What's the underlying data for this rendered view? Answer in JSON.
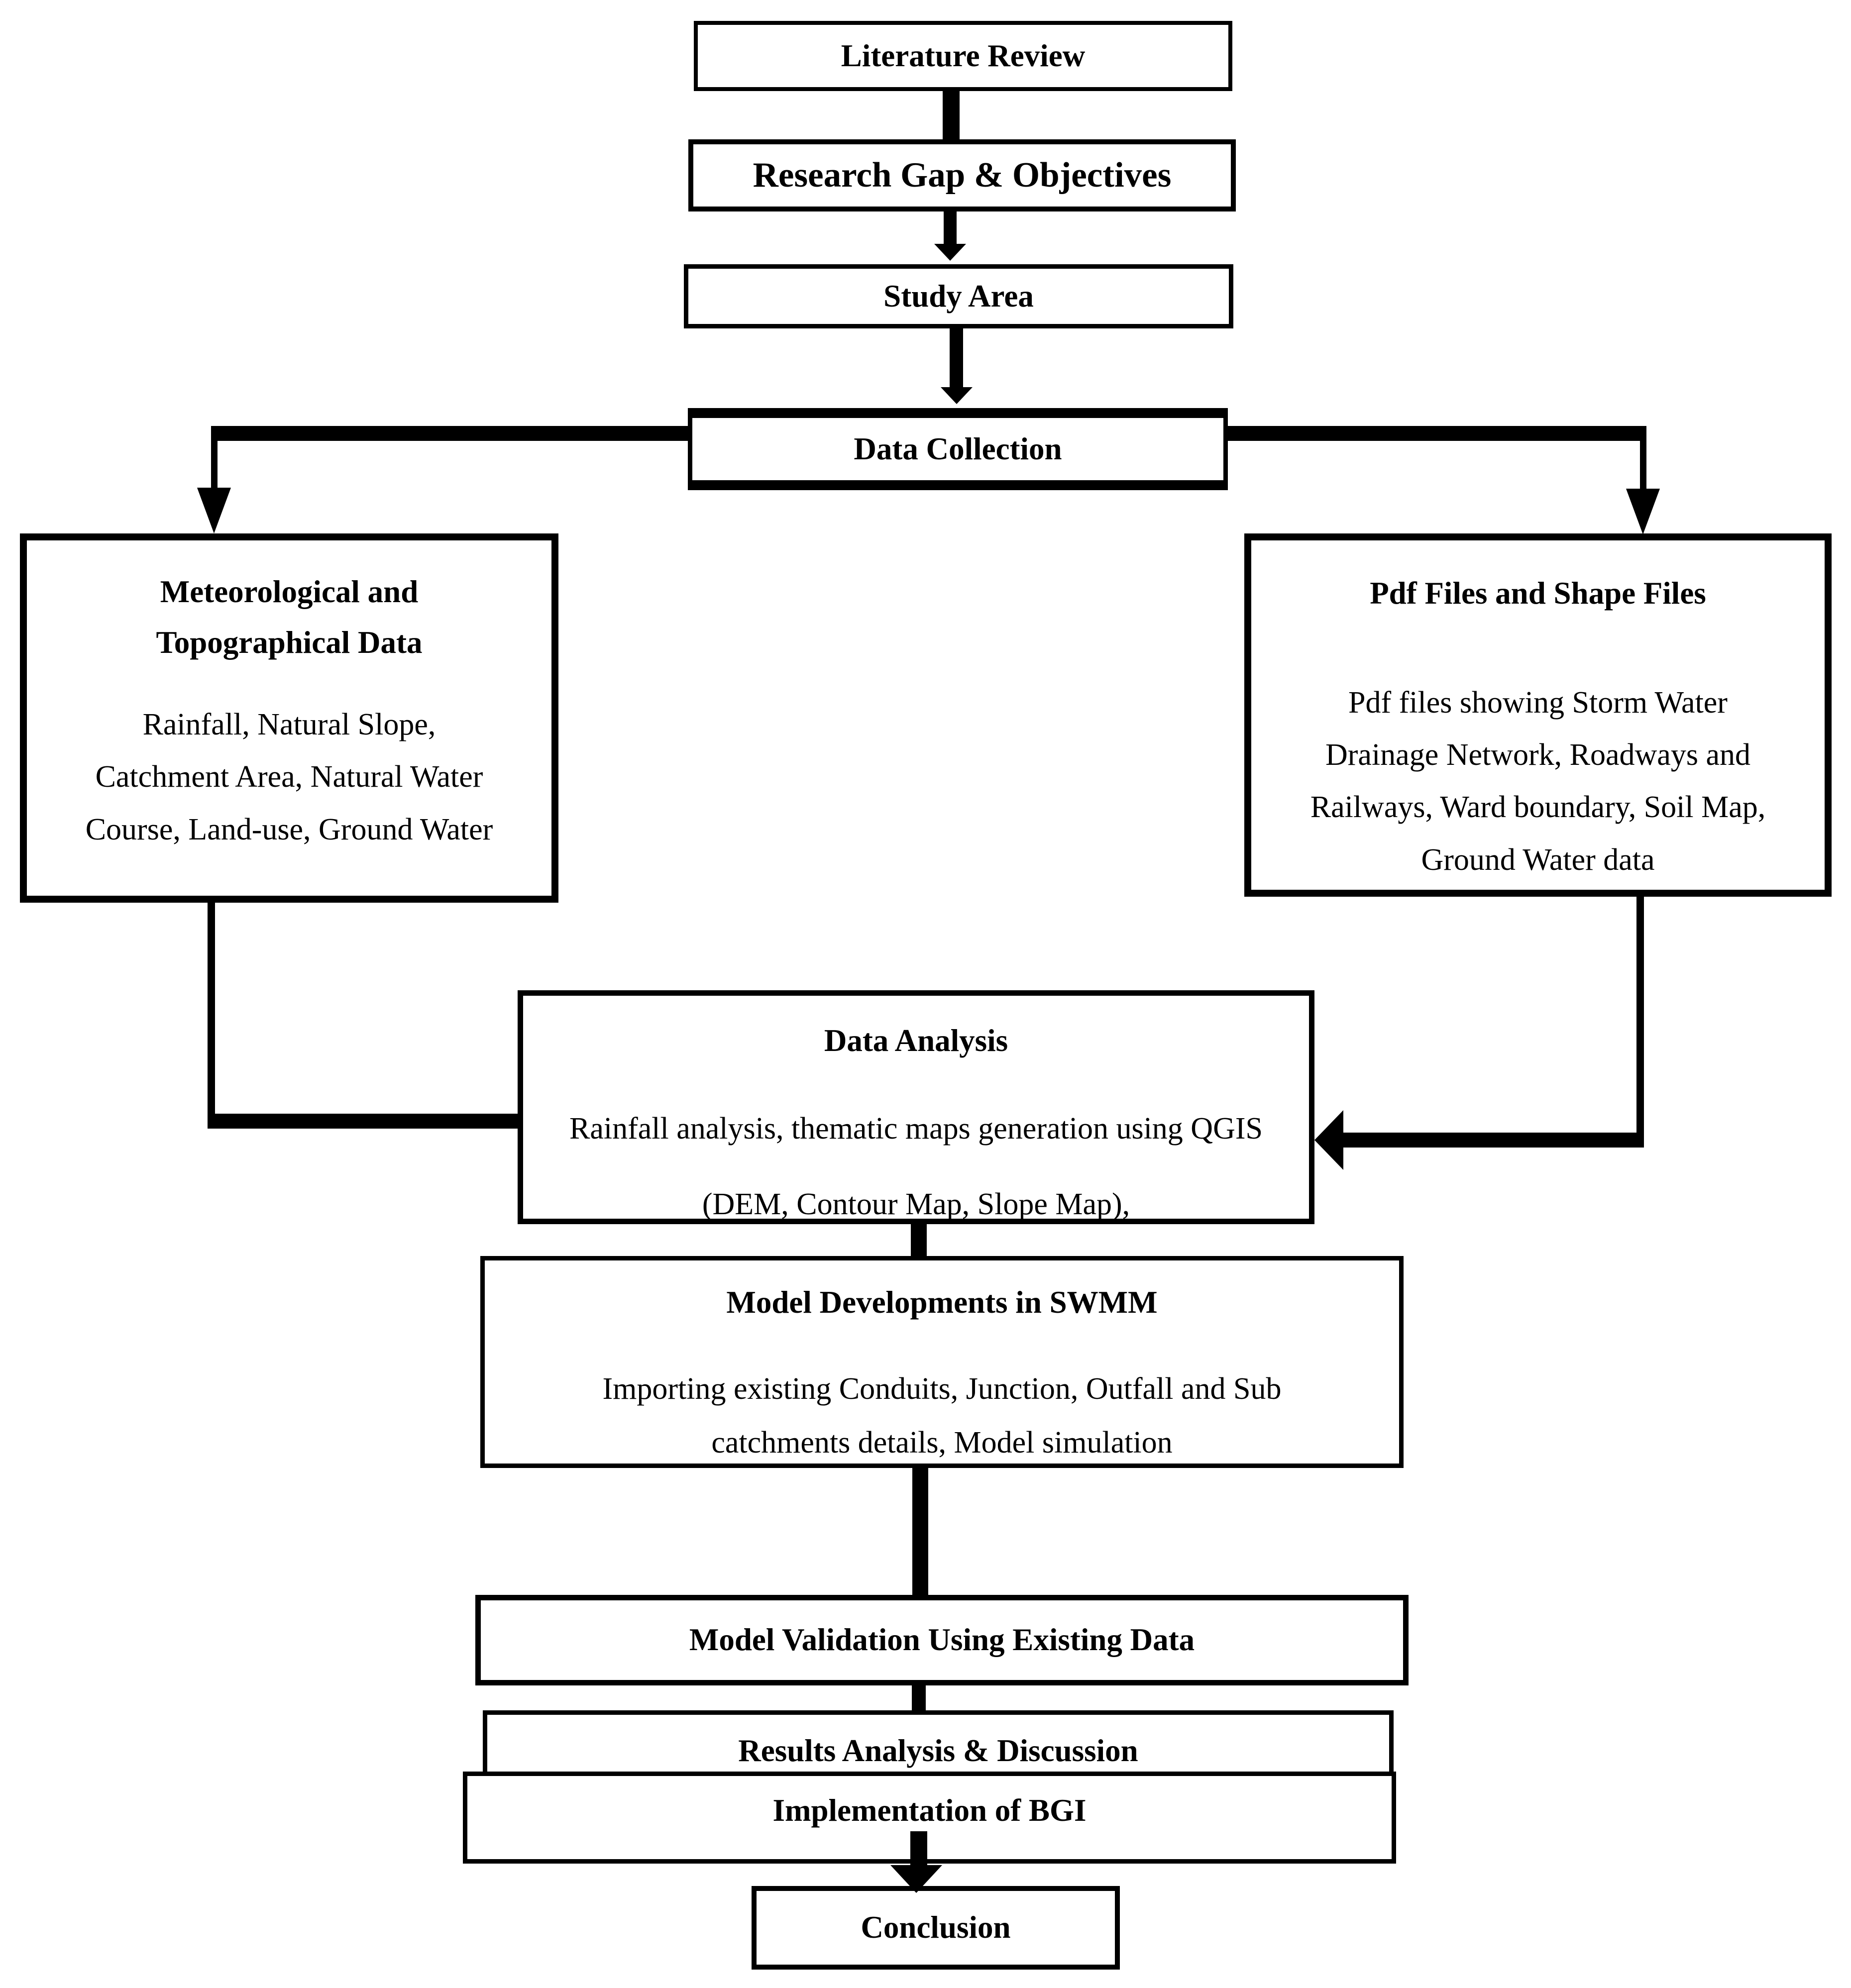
{
  "colors": {
    "ink": "#000000",
    "background": "#ffffff"
  },
  "nodes": {
    "literature_review": {
      "title": "Literature Review"
    },
    "research_gap": {
      "title": "Research Gap & Objectives"
    },
    "study_area": {
      "title": "Study Area"
    },
    "data_collection": {
      "title": "Data Collection"
    },
    "met_topo": {
      "title": "Meteorological and Topographical Data",
      "body": "Rainfall, Natural Slope, Catchment Area, Natural Water Course, Land-use, Ground Water"
    },
    "pdf_shape": {
      "title": "Pdf Files and Shape Files",
      "body": "Pdf files showing Storm Water Drainage Network, Roadways and Railways, Ward boundary, Soil Map, Ground Water data"
    },
    "data_analysis": {
      "title": "Data Analysis",
      "body": "Rainfall analysis, thematic maps generation using QGIS (DEM, Contour Map, Slope Map),"
    },
    "model_dev": {
      "title": "Model Developments in SWMM",
      "body": "Importing existing Conduits, Junction, Outfall and Sub catchments details, Model simulation"
    },
    "model_validation": {
      "title": "Model Validation Using Existing Data"
    },
    "results": {
      "title": "Results Analysis & Discussion"
    },
    "implementation": {
      "title": "Implementation of BGI"
    },
    "conclusion": {
      "title": "Conclusion"
    }
  }
}
